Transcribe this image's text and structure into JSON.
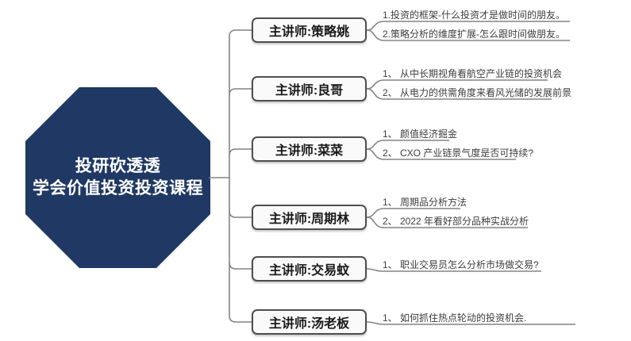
{
  "colors": {
    "background": "#FFFFFF",
    "root_fill": "#1F3864",
    "root_text": "#FFFFFF",
    "connector": "#848484",
    "box_border": "#4F4F4F",
    "box_fill": "#FAFAFA",
    "box_text": "#1A1A1A",
    "topic_text": "#3D3D3D"
  },
  "root": {
    "title_line1": "投研砍透透",
    "title_line2": "学会价值投资投资课程"
  },
  "groups": [
    {
      "speaker": "主讲师:策略姚",
      "topics": [
        "1.投资的框架-什么投资才是做时间的朋友。",
        "2.策略分析的维度扩展-怎么跟时间做朋友。"
      ]
    },
    {
      "speaker": "主讲师:良哥",
      "topics": [
        "1、 从中长期视角看航空产业链的投资机会",
        "2、 从电力的供需角度来看风光储的发展前景"
      ]
    },
    {
      "speaker": "主讲师:菜菜",
      "topics": [
        "1、 颜值经济掘金",
        "2、 CXO 产业链景气度是否可持续?"
      ]
    },
    {
      "speaker": "主讲师:周期林",
      "topics": [
        "1、 周期品分析方法",
        "2、 2022 年看好部分品种实战分析"
      ]
    },
    {
      "speaker": "主讲师:交易蚊",
      "topics": [
        "1、 职业交易员怎么分析市场做交易?"
      ]
    },
    {
      "speaker": "主讲师:汤老板",
      "topics": [
        "1、 如何抓住热点轮动的投资机会."
      ]
    }
  ]
}
